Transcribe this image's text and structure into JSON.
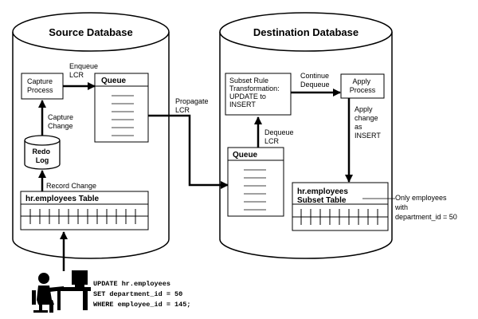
{
  "source_db": {
    "title": "Source Database",
    "capture_process": [
      "Capture",
      "Process"
    ],
    "enqueue_lcr": [
      "Enqueue",
      "LCR"
    ],
    "queue": "Queue",
    "capture_change": [
      "Capture",
      "Change"
    ],
    "redo_log": [
      "Redo",
      "Log"
    ],
    "record_change": "Record Change",
    "table": "hr.employees Table"
  },
  "propagate_lcr": [
    "Propagate",
    "LCR"
  ],
  "dest_db": {
    "title": "Destination Database",
    "subset_rule": [
      "Subset Rule",
      "Transformation:",
      "UPDATE to",
      "INSERT"
    ],
    "continue_dequeue": [
      "Continue",
      "Dequeue"
    ],
    "apply_process": [
      "Apply",
      "Process"
    ],
    "dequeue_lcr": [
      "Dequeue",
      "LCR"
    ],
    "queue": "Queue",
    "apply_change": [
      "Apply",
      "change",
      "as",
      "INSERT"
    ],
    "subset_table": [
      "hr.employees",
      "Subset Table"
    ]
  },
  "callout": [
    "Only employees",
    "with",
    "department_id = 50"
  ],
  "sql": [
    "UPDATE hr.employees",
    "SET department_id = 50",
    "WHERE employee_id = 145;"
  ]
}
